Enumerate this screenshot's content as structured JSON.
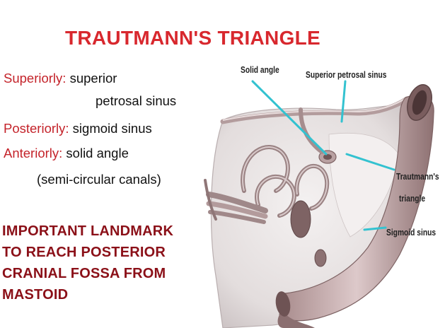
{
  "title": "TRAUTMANN'S TRIANGLE",
  "boundaries": [
    {
      "label": "Superiorly:",
      "value": "superior",
      "continuation": "petrosal sinus"
    },
    {
      "label": "Posteriorly:",
      "value": "sigmoid sinus"
    },
    {
      "label": "Anteriorly:",
      "value": "solid angle",
      "continuation": "(semi-circular canals)"
    }
  ],
  "note_lines": [
    "IMPORTANT LANDMARK",
    "TO REACH POSTERIOR",
    "CRANIAL FOSSA FROM",
    "MASTOID"
  ],
  "figure_labels": {
    "solid_angle": "Solid angle",
    "superior_petrosal_sinus": "Superior petrosal sinus",
    "trautmann_line1": "Trautmann's",
    "trautmann_line2": "triangle",
    "sigmoid_sinus": "Sigmoid sinus"
  },
  "colors": {
    "title": "#d8282e",
    "label_red": "#c4232a",
    "note": "#8b1018",
    "pointer": "#33c2d0"
  }
}
